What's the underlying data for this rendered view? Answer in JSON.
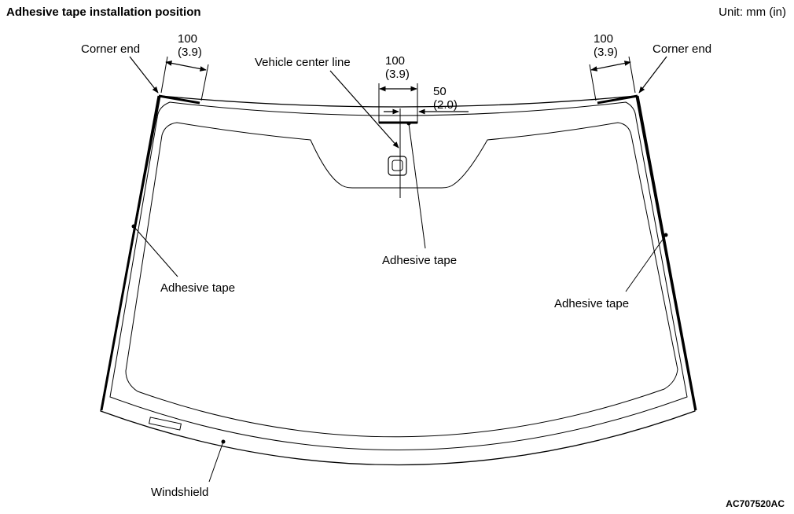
{
  "header": {
    "title": "Adhesive tape installation position",
    "unit": "Unit: mm (in)"
  },
  "labels": {
    "corner_end_left": "Corner end",
    "corner_end_right": "Corner end",
    "vehicle_center_line": "Vehicle center line",
    "adhesive_tape_center": "Adhesive tape",
    "adhesive_tape_left": "Adhesive tape",
    "adhesive_tape_right": "Adhesive tape",
    "windshield": "Windshield"
  },
  "dimensions": {
    "left_corner": {
      "mm": "100",
      "in": "(3.9)"
    },
    "right_corner": {
      "mm": "100",
      "in": "(3.9)"
    },
    "center_width": {
      "mm": "100",
      "in": "(3.9)"
    },
    "center_offset": {
      "mm": "50",
      "in": "(2.0)"
    }
  },
  "figure_code": "AC707520AC"
}
